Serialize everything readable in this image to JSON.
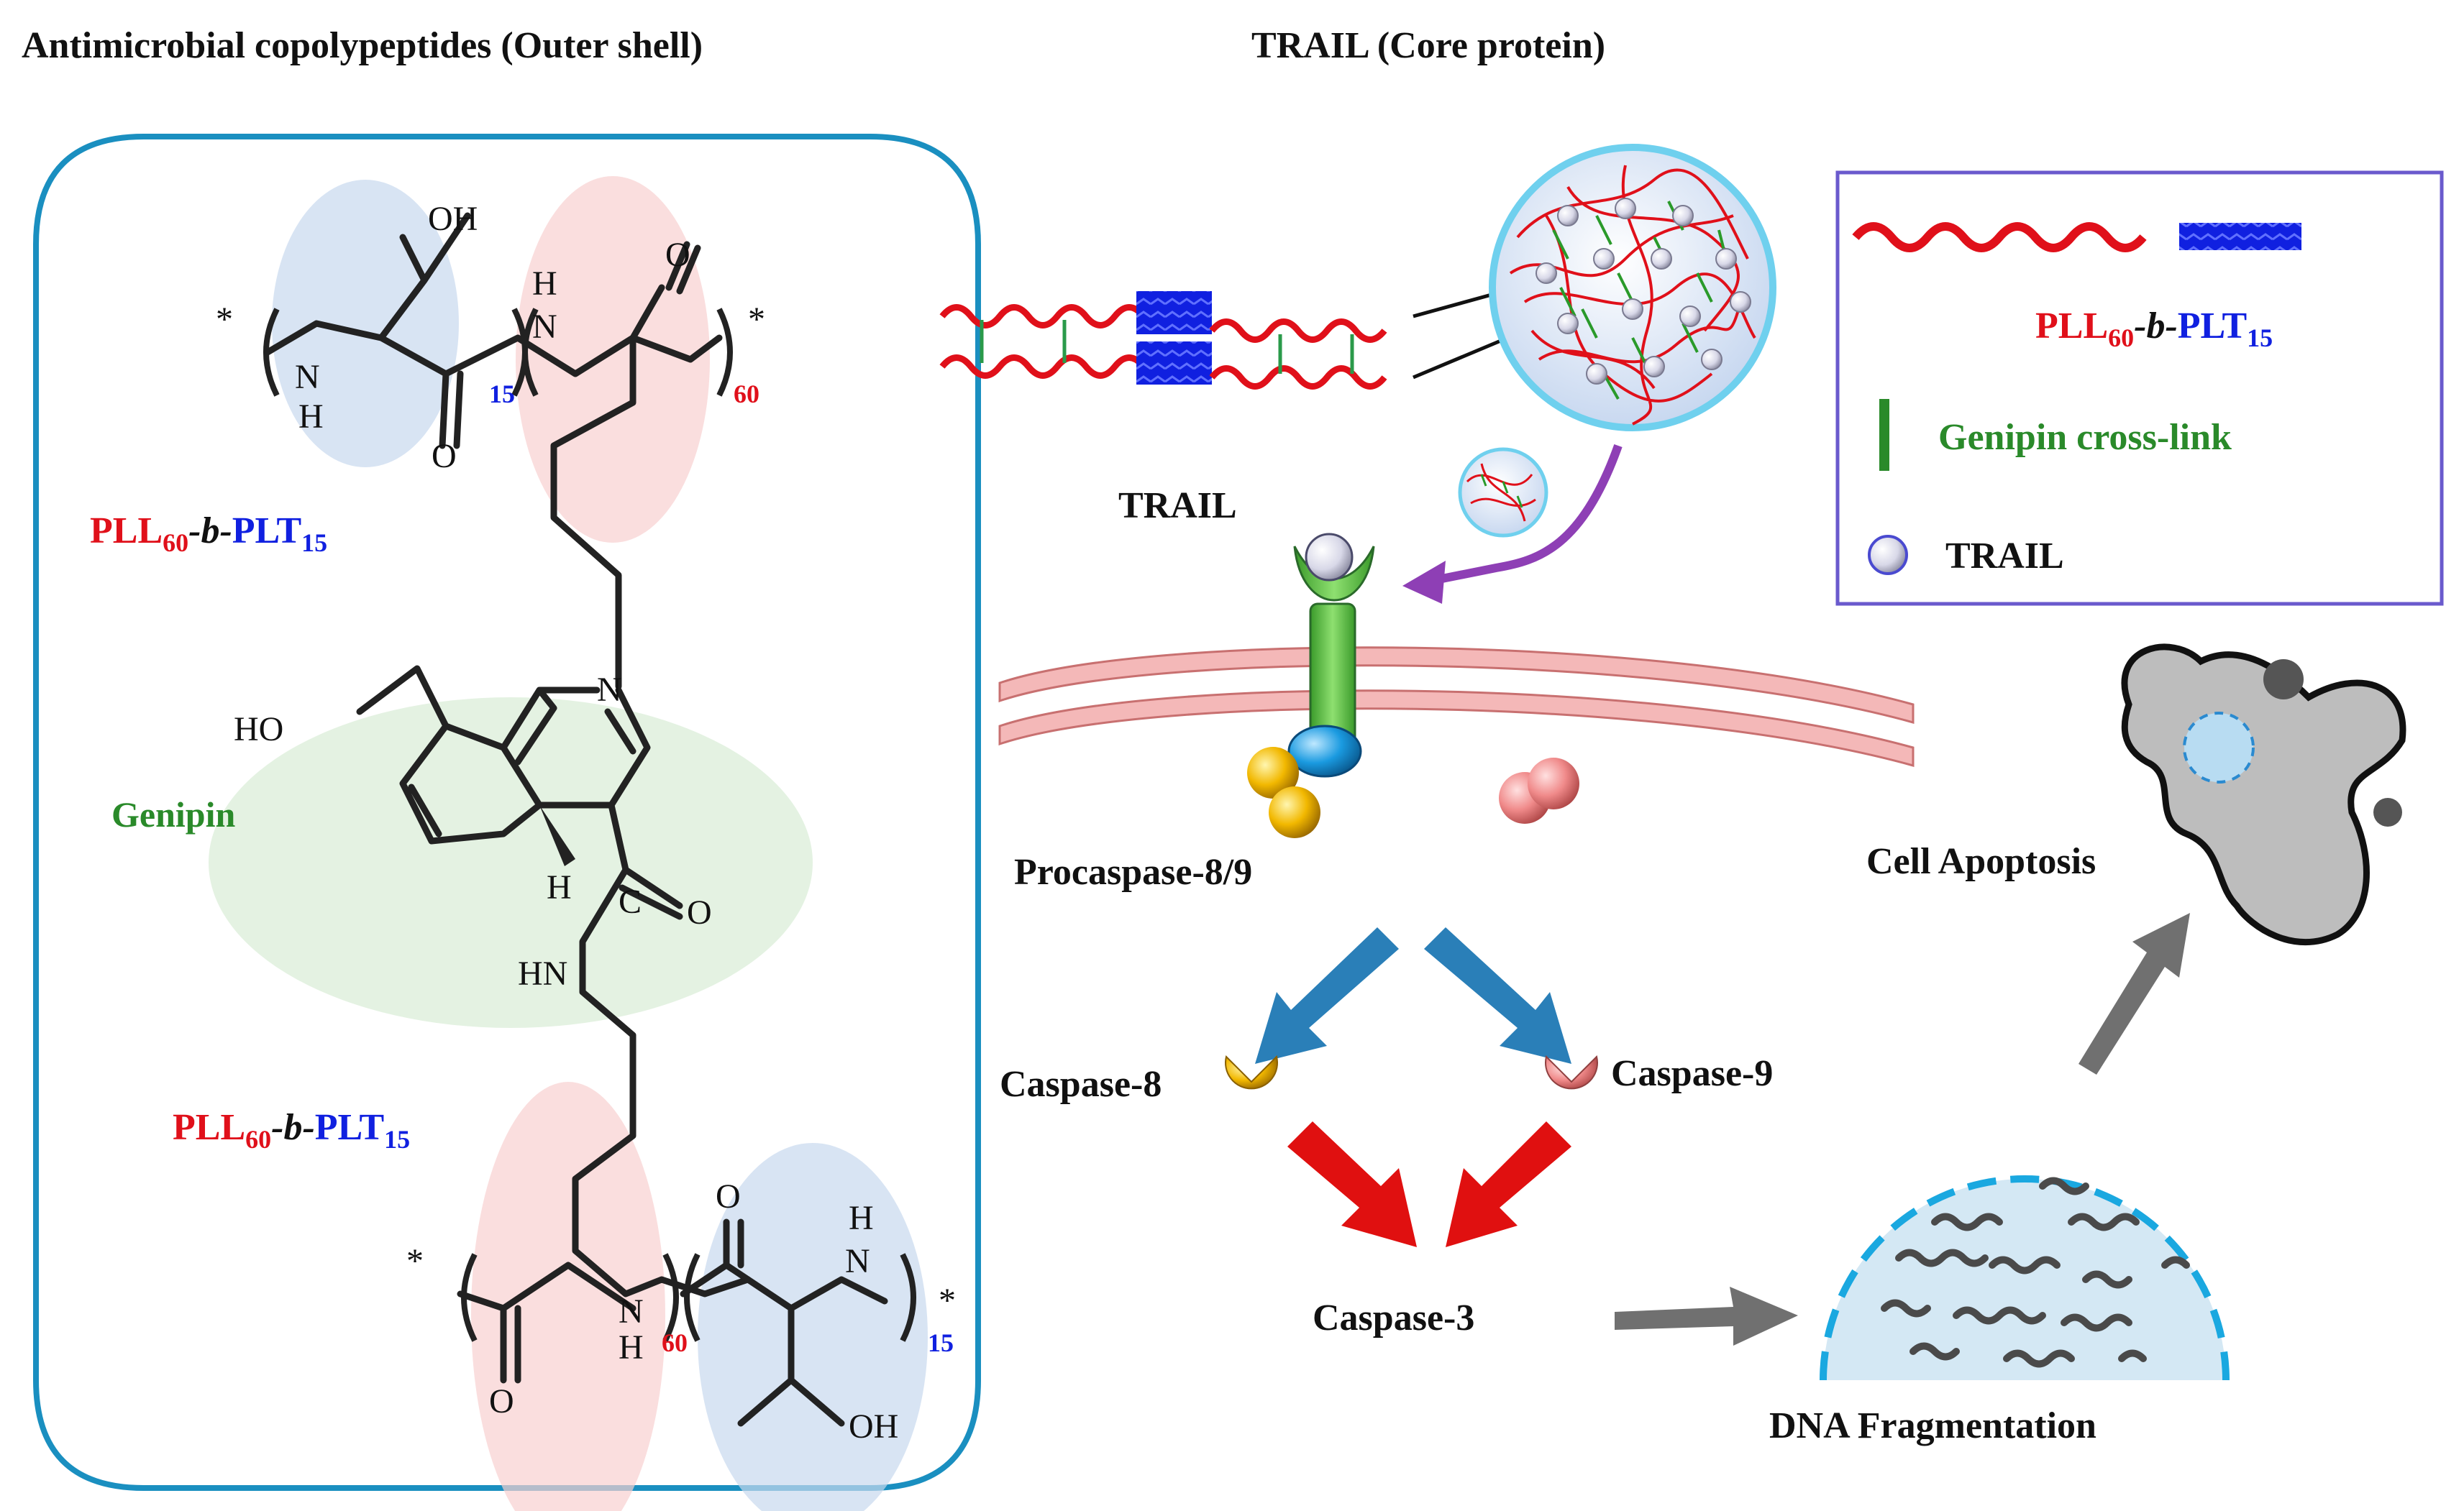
{
  "headings": {
    "outer_shell": "Antimicrobial copolypeptides (Outer shell)",
    "core_protein": "TRAIL (Core protein)"
  },
  "copolymer_label": {
    "pll": "PLL",
    "pll_sub": "60",
    "b": "-b-",
    "plt": "PLT",
    "plt_sub": "15"
  },
  "structure": {
    "genipin": "Genipin",
    "oh": "OH",
    "ho": "HO",
    "o": "O",
    "n": "N",
    "h": "H",
    "hn": "HN",
    "c": "C",
    "star": "*",
    "n15": "15",
    "n60": "60"
  },
  "legend": {
    "copolymer": "PLL60-b-PLT15",
    "genipin": "Genipin cross-link",
    "trail": "TRAIL"
  },
  "pathway": {
    "trail": "TRAIL",
    "procaspase": "Procaspase-8/9",
    "caspase8": "Caspase-8",
    "caspase9": "Caspase-9",
    "caspase3": "Caspase-3",
    "dna": "DNA Fragmentation",
    "apoptosis": "Cell Apoptosis"
  },
  "colors": {
    "pll_red": "#e0101a",
    "plt_blue": "#1020e0",
    "genipin_green": "#2a8a2a",
    "frame_blue": "#1a8fc0",
    "legend_border": "#6a5acd",
    "arrow_blue": "#2a7fb8",
    "arrow_red": "#e01010",
    "arrow_gray": "#707070",
    "arrow_purple": "#8e3fb5"
  }
}
